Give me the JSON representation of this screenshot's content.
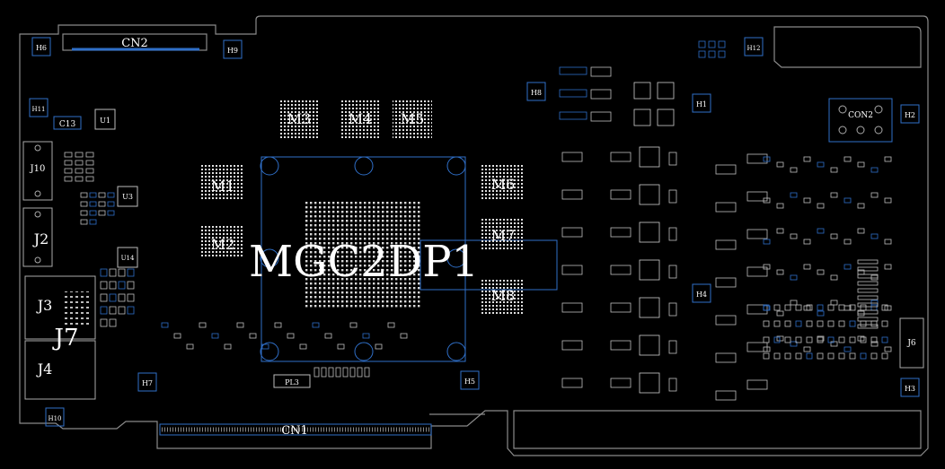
{
  "labels": {
    "cn2": "CN2",
    "cn1": "CN1",
    "h1": "H1",
    "h2": "H2",
    "h3": "H3",
    "h4": "H4",
    "h5": "H5",
    "h6": "H6",
    "h7": "H7",
    "h8": "H8",
    "h9": "H9",
    "h10": "H10",
    "h11": "H11",
    "h12": "H12",
    "m1": "M1",
    "m2": "M2",
    "m3": "M3",
    "m4": "M4",
    "m5": "M5",
    "m6": "M6",
    "m7": "M7",
    "m8": "M8",
    "j2": "J2",
    "j3": "J3",
    "j4": "J4",
    "j7": "J7",
    "j10": "J10",
    "c13": "C13",
    "u1": "U1",
    "u3": "U3",
    "u14": "U14",
    "gpu_overlap": "MGC2DP1",
    "con2": "CON2",
    "pl3": "PL3",
    "j6": "J6"
  },
  "colors": {
    "background": "#000000",
    "outline": "#8a8a8a",
    "highlight": "#2f6fc8",
    "text": "#ffffff"
  }
}
